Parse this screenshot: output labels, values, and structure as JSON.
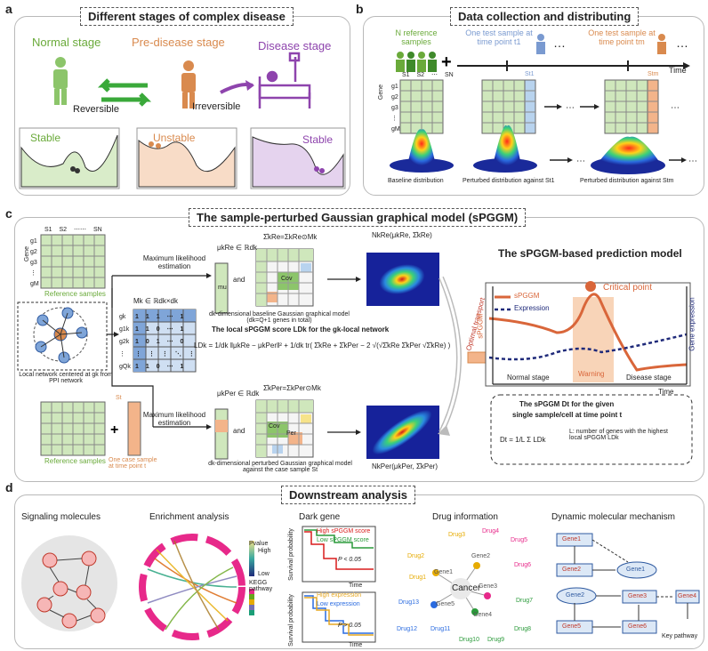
{
  "panel_a": {
    "label": "a",
    "title": "Different stages of complex disease",
    "normal_stage": "Normal stage",
    "pre_disease_stage": "Pre-disease stage",
    "disease_stage": "Disease stage",
    "reversible": "Reversible",
    "irreversible": "Irreversible",
    "stable_left": "Stable",
    "unstable": "Unstable",
    "stable_right": "Stable",
    "colors": {
      "normal": "#6aaa3a",
      "pre": "#d98a4e",
      "disease": "#8e44ad"
    }
  },
  "panel_b": {
    "label": "b",
    "title": "Data collection and distributing",
    "ref_samples": "N reference samples",
    "test_sample_1": "One test sample at time point t1",
    "test_sample_m": "One test sample at time point tm",
    "ellipsis": "…",
    "time": "Time",
    "gene": "Gene",
    "gene_rows": [
      "g1",
      "g2",
      "g3",
      "⋮",
      "gM"
    ],
    "sample_cols": [
      "S1",
      "S2",
      "⋯",
      "SN"
    ],
    "extra_col_1": "St1",
    "extra_col_m": "Stm",
    "baseline_dist": "Baseline distribution",
    "perturbed_dist_1": "Perturbed distribution against St1",
    "perturbed_dist_m": "Perturbed distribution against Stm"
  },
  "panel_c": {
    "label": "c",
    "title": "The sample-perturbed Gaussian graphical model (sPGGM)",
    "mle_top": "Maximum likelihood estimation",
    "mle_bottom": "Maximum likelihood estimation",
    "reference_samples_top": "Reference samples",
    "reference_samples_bottom": "Reference samples",
    "one_case_sample": "One case sample at time point t",
    "local_network_caption": "Local network centered at gk from PPI network",
    "mu_re": "μkRe ∈ ℝdk",
    "sigma_re": "Σ̂kRe=ΣkRe⊙Mk",
    "and_top": "and",
    "and_bottom": "and",
    "mu_label": "mu",
    "cov_label": "Cov",
    "per_label": "Per",
    "baseline_caption": "dk-dimensional baseline Gaussian graphical model (dk=Q+1 genes in total)",
    "m_matrix_title": "Mk ∈ ℝdk×dk",
    "local_score_title": "The local sPGGM score LDk for the gk-local network",
    "ld_formula": "LDk = 1/dk ‖μkRe − μkPer‖² + 1/dk tr( Σ̂kRe + Σ̂kPer − 2 √(√Σ̂kRe Σ̂kPer √Σ̂kRe) )",
    "mu_per": "μkPer ∈ ℝdk",
    "sigma_per": "Σ̂kPer=ΣkPer⊙Mk",
    "perturbed_caption": "dk-dimensional perturbed Gaussian graphical model against the case sample St",
    "n_re": "NkRe(μkRe, Σ̂kRe)",
    "n_per": "NkPer(μkPer, Σ̂kPer)",
    "optimal_transport": "Optimal transport",
    "prediction_title": "The sPGGM-based prediction model",
    "legend_spggm": "sPGGM",
    "legend_expression": "Expression",
    "critical_point": "Critical point",
    "warning": "Warning",
    "normal_stage": "Normal stage",
    "disease_stage": "Disease stage",
    "y_left": "sPGGM",
    "y_right": "Gene expression",
    "x_axis": "Time",
    "dt_title_1": "The sPGGM Dt for the given",
    "dt_title_2": "single sample/cell at time point t",
    "dt_formula": "Dt = 1/L Σ LDk",
    "dt_sum_top": "L",
    "dt_sum_bottom": "k=1",
    "dt_note": "L: number of genes with the highest local sPGGM LDk",
    "gene_rows": [
      "g1",
      "g2",
      "g3",
      "⋮",
      "gM"
    ],
    "sample_cols": [
      "S1",
      "S2",
      "⋯⋯",
      "SN"
    ],
    "case_col": "St",
    "m_rows": [
      "gk",
      "g1k",
      "g2k",
      "⋮",
      "gQk"
    ],
    "m_values": [
      [
        "1",
        "1",
        "1",
        "⋯",
        "1"
      ],
      [
        "1",
        "1",
        "0",
        "⋯",
        "1"
      ],
      [
        "1",
        "0",
        "1",
        "⋯",
        "0"
      ],
      [
        "⋮",
        "⋮",
        "⋮",
        "⋱",
        "⋮"
      ],
      [
        "1",
        "1",
        "0",
        "⋯",
        "1"
      ]
    ],
    "network_nodes": [
      "gk",
      "g1k",
      "g2k",
      "g3k",
      "gQk"
    ],
    "gene_word": "Gene"
  },
  "panel_d": {
    "label": "d",
    "title": "Downstream analysis",
    "signaling": "Signaling molecules",
    "enrichment": "Enrichment analysis",
    "pvalue": "Pvalue",
    "high": "High",
    "low": "Low",
    "kegg": "KEGG pathway",
    "dark_gene": "Dark gene",
    "high_spggm": "High sPGGM score",
    "low_spggm": "Low sPGGM score",
    "p_lt": "P < 0.05",
    "time": "Time",
    "survival": "Survival probability",
    "high_expr": "High expression",
    "low_expr": "Low expression",
    "p_gt": "P > 0.05",
    "drug_info": "Drug information",
    "cancer": "Cancer",
    "genes": [
      "Gene1",
      "Gene2",
      "Gene3",
      "Gene4",
      "Gene5"
    ],
    "drugs": [
      "Drug1",
      "Drug2",
      "Drug3",
      "Drug4",
      "Drug5",
      "Drug6",
      "Drug7",
      "Drug8",
      "Drug9",
      "Drug10",
      "Drug11",
      "Drug12",
      "Drug13"
    ],
    "dynamic": "Dynamic molecular mechanism",
    "dyn_genes": [
      "Gene1",
      "Gene2",
      "Gene1",
      "Gene2",
      "Gene3",
      "Gene4",
      "Gene5",
      "Gene6"
    ],
    "key_pathway": "Key pathway"
  }
}
